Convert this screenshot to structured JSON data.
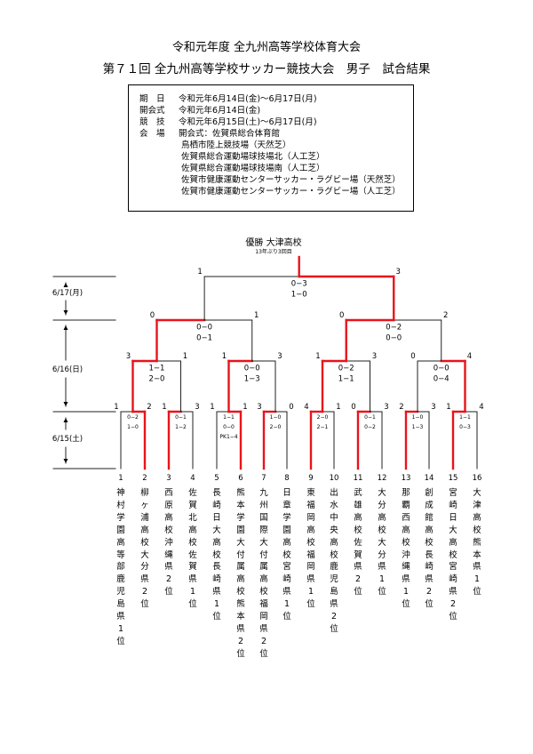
{
  "titles": {
    "line1": "令和元年度 全九州高等学校体育大会",
    "line2": "第７１回 全九州高等学校サッカー競技大会　男子　試合結果"
  },
  "info": {
    "rows": [
      {
        "label": "期　日",
        "value": "令和元年6月14日(金)～6月17日(月)"
      },
      {
        "label": "開会式",
        "value": "令和元年6月14日(金)"
      },
      {
        "label": "競　技",
        "value": "令和元年6月15日(土)～6月17日(月)"
      },
      {
        "label": "会　場",
        "value": "開会式：佐賀県総合体育館"
      }
    ],
    "venues": [
      "鳥栖市陸上競技場（天然芝）",
      "佐賀県総合運動場球技場北（人工芝）",
      "佐賀県総合運動場球技場南（人工芝）",
      "佐賀市健康運動センターサッカー・ラグビー場（天然芝）",
      "佐賀市健康運動センターサッカー・ラグビー場（人工芝）"
    ]
  },
  "champion": {
    "label": "優勝 大津高校",
    "note": "13年ぶり3回目"
  },
  "dates": {
    "final": "6/17(月)",
    "sf_qf": "6/16(日)",
    "r16": "6/15(土)"
  },
  "numbers": [
    "1",
    "2",
    "3",
    "4",
    "5",
    "6",
    "7",
    "8",
    "9",
    "10",
    "11",
    "12",
    "13",
    "14",
    "15",
    "16"
  ],
  "teams": [
    "神村学園高等部鹿児島県1位",
    "柳ヶ浦高校大分県2位",
    "西原高校沖縄県2位",
    "佐賀北高校佐賀県1位",
    "長崎日大高校長崎県1位",
    "熊本学園大付属高校熊本県2位",
    "九州国際大付属高校福岡県2位",
    "日章学園高校宮崎県1位",
    "東福岡高校福岡県1位",
    "出水中央高校鹿児島県2位",
    "武雄高校佐賀県2位",
    "大分高校大分県1位",
    "那覇西高校沖縄県1位",
    "創成館高校長崎県2位",
    "宮崎日大高校宮崎県2位",
    "大津高校熊本県1位"
  ],
  "r16": [
    {
      "left": "1",
      "right": "2",
      "scores": [
        "0−2",
        "1−0"
      ]
    },
    {
      "left": "1",
      "right": "3",
      "scores": [
        "0−1",
        "1−2"
      ]
    },
    {
      "left": "1",
      "right": "1",
      "scores": [
        "1−1",
        "0−0",
        "PK1−4"
      ]
    },
    {
      "left": "3",
      "right": "0",
      "scores": [
        "1−0",
        "2−0"
      ]
    },
    {
      "left": "4",
      "right": "1",
      "scores": [
        "2−0",
        "2−1"
      ]
    },
    {
      "left": "0",
      "right": "3",
      "scores": [
        "0−1",
        "0−2"
      ]
    },
    {
      "left": "2",
      "right": "3",
      "scores": [
        "1−0",
        "1−3"
      ]
    },
    {
      "left": "1",
      "right": "4",
      "scores": [
        "1−1",
        "0−3"
      ]
    }
  ],
  "qf": [
    {
      "left": "3",
      "right": "1",
      "scores": [
        "1−1",
        "2−0"
      ]
    },
    {
      "left": "1",
      "right": "3",
      "scores": [
        "0−0",
        "1−3"
      ]
    },
    {
      "left": "1",
      "right": "3",
      "scores": [
        "0−2",
        "1−1"
      ]
    },
    {
      "left": "0",
      "right": "4",
      "scores": [
        "0−0",
        "0−4"
      ]
    }
  ],
  "sf": [
    {
      "left": "0",
      "right": "1",
      "scores": [
        "0−0",
        "0−1"
      ]
    },
    {
      "left": "0",
      "right": "2",
      "scores": [
        "0−2",
        "0−0"
      ]
    }
  ],
  "final": {
    "left": "1",
    "right": "3",
    "scores": [
      "0−3",
      "1−0"
    ]
  },
  "colors": {
    "winner": "#e8141b",
    "loser": "#222222"
  }
}
